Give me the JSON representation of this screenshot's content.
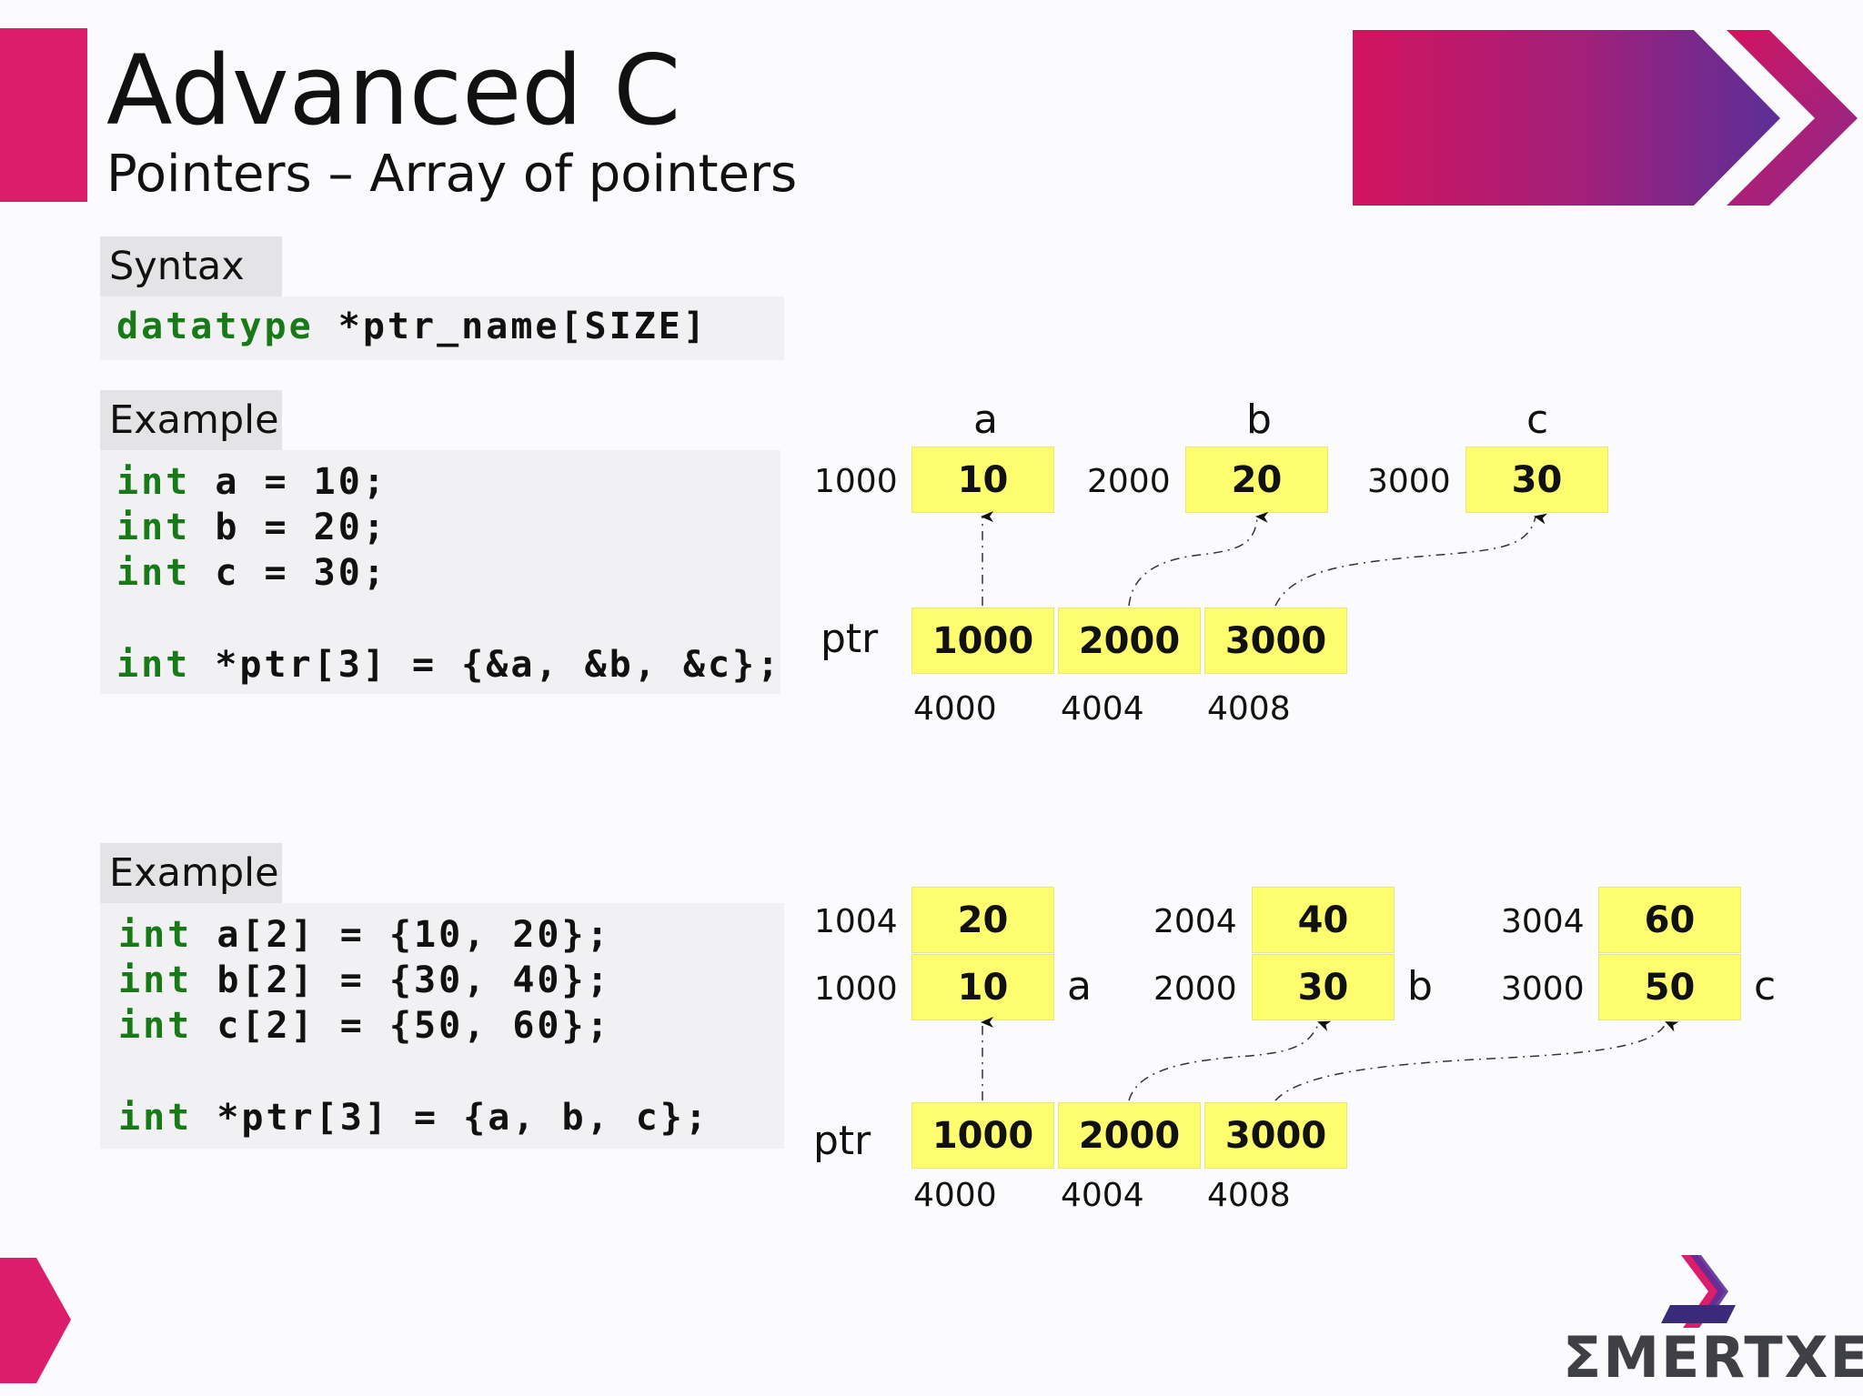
{
  "header": {
    "title": "Advanced C",
    "subtitle": "Pointers – Array of pointers"
  },
  "syntax": {
    "label": "Syntax",
    "keyword": "datatype",
    "rest": " *ptr_name[SIZE]"
  },
  "example1": {
    "label": "Example",
    "lines": [
      {
        "kw": "int",
        "rest": " a = 10;"
      },
      {
        "kw": "int",
        "rest": " b = 20;"
      },
      {
        "kw": "int",
        "rest": " c = 30;"
      },
      {
        "kw": "int",
        "rest": " *ptr[3] = {&a, &b, &c};"
      }
    ],
    "diagram": {
      "var_names": [
        "a",
        "b",
        "c"
      ],
      "var_addrs": [
        "1000",
        "2000",
        "3000"
      ],
      "var_values": [
        "10",
        "20",
        "30"
      ],
      "ptr_label": "ptr",
      "ptr_values": [
        "1000",
        "2000",
        "3000"
      ],
      "ptr_addrs": [
        "4000",
        "4004",
        "4008"
      ]
    }
  },
  "example2": {
    "label": "Example",
    "lines": [
      {
        "kw": "int",
        "rest": " a[2] = {10, 20};"
      },
      {
        "kw": "int",
        "rest": " b[2] = {30, 40};"
      },
      {
        "kw": "int",
        "rest": " c[2] = {50, 60};"
      },
      {
        "kw": "int",
        "rest": " *ptr[3] = {a, b, c};"
      }
    ],
    "diagram": {
      "arrays": [
        {
          "name": "a",
          "addr_top": "1004",
          "val_top": "20",
          "addr_bottom": "1000",
          "val_bottom": "10"
        },
        {
          "name": "b",
          "addr_top": "2004",
          "val_top": "40",
          "addr_bottom": "2000",
          "val_bottom": "30"
        },
        {
          "name": "c",
          "addr_top": "3004",
          "val_top": "60",
          "addr_bottom": "3000",
          "val_bottom": "50"
        }
      ],
      "ptr_label": "ptr",
      "ptr_values": [
        "1000",
        "2000",
        "3000"
      ],
      "ptr_addrs": [
        "4000",
        "4004",
        "4008"
      ]
    }
  },
  "branding": {
    "logo_text": "ΣMERTXE"
  },
  "colors": {
    "accent_pink": "#dc1d6b",
    "accent_purple": "#6a2c91",
    "cell_yellow": "#fdfd6e",
    "keyword_green": "#177a17"
  }
}
